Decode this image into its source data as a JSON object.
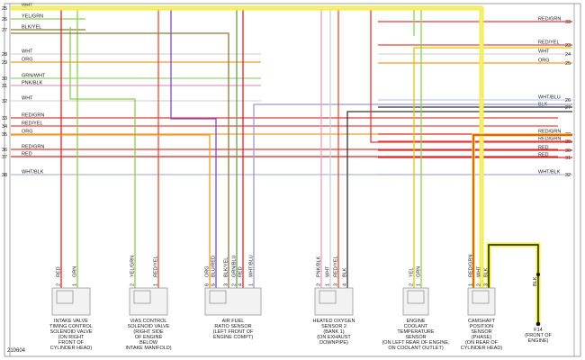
{
  "figure_id": "210604",
  "highlight_color": "#f5ef3a",
  "ground_color": "#111111",
  "left_rows": [
    {
      "pin": "25",
      "wire": "WHT",
      "color": "#e9e9e9"
    },
    {
      "pin": "26",
      "wire": "YEL/GRN",
      "color": "#8ad04a"
    },
    {
      "pin": "27",
      "wire": "BLK/YEL",
      "color": "#8a7a3a"
    },
    {
      "pin": "28",
      "wire": "WHT",
      "color": "#d8d8d8"
    },
    {
      "pin": "29",
      "wire": "ORG",
      "color": "#f39a2a"
    },
    {
      "pin": "30",
      "wire": "GRN/WHT",
      "color": "#9ad07a"
    },
    {
      "pin": "31",
      "wire": "PNK/BLK",
      "color": "#e79bbf"
    },
    {
      "pin": "32",
      "wire": "WHT",
      "color": "#d8d8d8"
    },
    {
      "pin": "33",
      "wire": "RED/GRN",
      "color": "#e53935"
    },
    {
      "pin": "34",
      "wire": "RED/YEL",
      "color": "#e04b3a"
    },
    {
      "pin": "35",
      "wire": "ORG",
      "color": "#f39a2a"
    },
    {
      "pin": "36",
      "wire": "RED/GRN",
      "color": "#e53935"
    },
    {
      "pin": "37",
      "wire": "RED",
      "color": "#e32222"
    },
    {
      "pin": "38",
      "wire": "WHT/BLK",
      "color": "#b8b8d8"
    }
  ],
  "right_rows": [
    {
      "pin": "33",
      "wire": "RED/GRN",
      "color": "#e53935"
    },
    {
      "pin": "23",
      "wire": "RED/YEL",
      "color": "#e04b3a"
    },
    {
      "pin": "24",
      "wire": "WHT",
      "color": "#d8d8d8"
    },
    {
      "pin": "25",
      "wire": "ORG",
      "color": "#f39a2a"
    },
    {
      "pin": "26",
      "wire": "WHT/BLU",
      "color": "#c8c8e8"
    },
    {
      "pin": "27",
      "wire": "BLK",
      "color": "#333333"
    },
    {
      "pin": "28",
      "wire": "RED/GRN",
      "color": "#e53935"
    },
    {
      "pin": "29",
      "wire": "RED/GRN",
      "color": "#e53935"
    },
    {
      "pin": "30",
      "wire": "RED",
      "color": "#e32222"
    },
    {
      "pin": "31",
      "wire": "RED",
      "color": "#e32222"
    },
    {
      "pin": "32",
      "wire": "WHT/BLK",
      "color": "#b8b8d8"
    }
  ],
  "components": [
    {
      "label": [
        "INTAKE VALVE",
        "TIMING CONTROL",
        "SOLENOID VALVE",
        "(ON RIGHT",
        "FRONT OF",
        "CYLINDER HEAD)"
      ],
      "pins": [
        {
          "num": "2",
          "wire": "RED",
          "color": "#e32222"
        },
        {
          "num": "1",
          "wire": "GRN",
          "color": "#8ad04a"
        }
      ]
    },
    {
      "label": [
        "VIAS CONTROL",
        "SOLENOID VALVE",
        "(RIGHT SIDE",
        "OF ENGINE",
        "BELOW",
        "INTAKE MANIFOLD)"
      ],
      "pins": [
        {
          "num": "2",
          "wire": "YEL/GRN",
          "color": "#8ad04a"
        },
        {
          "num": "1",
          "wire": "RED/YEL",
          "color": "#e04b3a"
        }
      ]
    },
    {
      "label": [
        "AIR FUEL",
        "RATIO SENSOR",
        "(LEFT FRONT OF",
        "ENGINE COMPT)"
      ],
      "pins": [
        {
          "num": "6",
          "wire": "ORG",
          "color": "#f39a2a"
        },
        {
          "num": "5",
          "wire": "BLU/RED",
          "color": "#7a4ad0"
        },
        {
          "num": "3",
          "wire": "BLK/YEL",
          "color": "#8a7a3a"
        },
        {
          "num": "2",
          "wire": "GRN/BLU",
          "color": "#6aa050"
        },
        {
          "num": "4",
          "wire": "RED",
          "color": "#e32222"
        },
        {
          "num": "1",
          "wire": "WHT/BLU",
          "color": "#9a9ad8"
        }
      ]
    },
    {
      "label": [
        "HEATED OXYGEN",
        "SENSOR 2",
        "(BANK 1)",
        "(ON EXHAUST",
        "DOWNPIPE)"
      ],
      "pins": [
        {
          "num": "2",
          "wire": "PNK/BLK",
          "color": "#e79bbf"
        },
        {
          "num": "1",
          "wire": "WHT",
          "color": "#d8d8d8"
        },
        {
          "num": "3",
          "wire": "RED/YEL",
          "color": "#e04b3a"
        },
        {
          "num": "4",
          "wire": "BLK",
          "color": "#333333"
        }
      ]
    },
    {
      "label": [
        "ENGINE",
        "COOLANT",
        "TEMPERATURE",
        "SENSOR",
        "(ON LEFT REAR OF ENGINE,",
        "ON COOLANT OUTLET)"
      ],
      "pins": [
        {
          "num": "2",
          "wire": "YEL",
          "color": "#e6c200"
        },
        {
          "num": "1",
          "wire": "GRN",
          "color": "#8ad04a"
        }
      ]
    },
    {
      "label": [
        "CAMSHAFT",
        "POSITION",
        "SENSOR",
        "(PHASE)",
        "(ON REAR OF",
        "CYLINDER HEAD)"
      ],
      "pins": [
        {
          "num": "1",
          "wire": "RED/GRN",
          "color": "#e53935"
        },
        {
          "num": "2",
          "wire": "WHT",
          "color": "#d8d8d8"
        },
        {
          "num": "3",
          "wire": "BLK",
          "color": "#333333"
        }
      ]
    },
    {
      "label": [
        "F14",
        "(FRONT OF",
        "ENGINE)"
      ],
      "pins": [
        {
          "num": "",
          "wire": "BLK",
          "color": "#111111"
        }
      ]
    }
  ],
  "ground_splice_label": "BLK"
}
